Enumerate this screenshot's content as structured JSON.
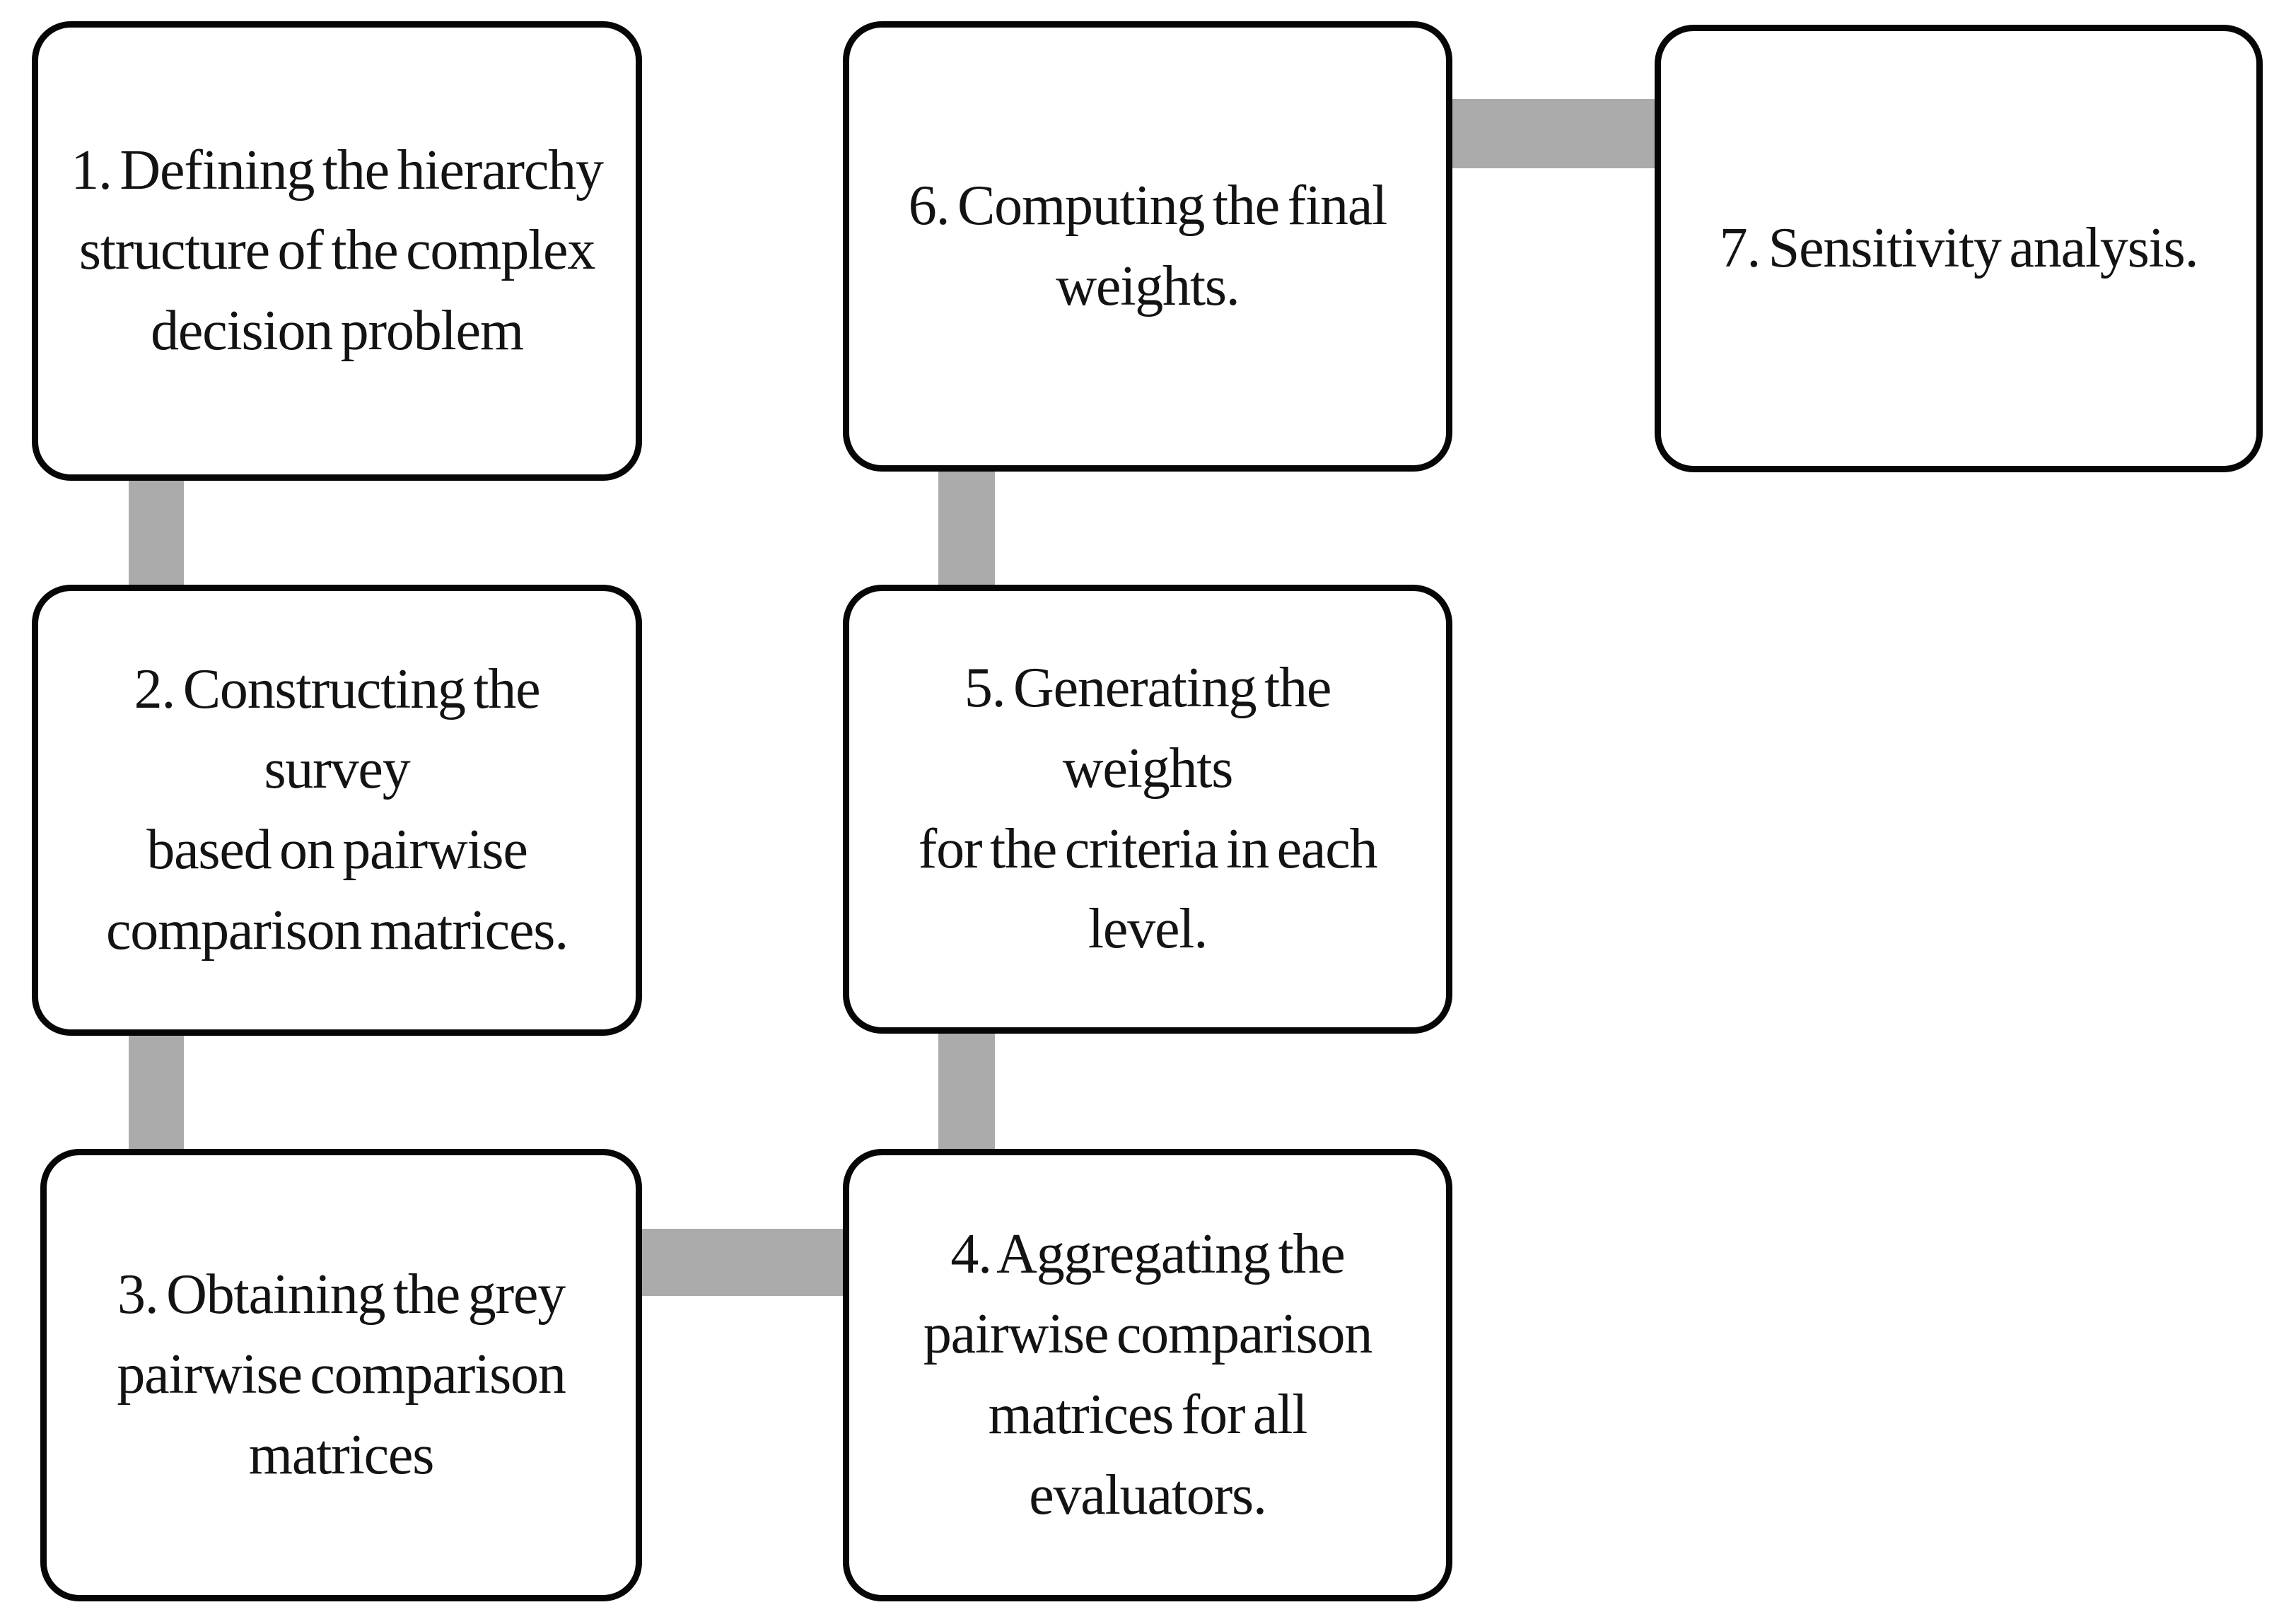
{
  "figure": {
    "type": "flowchart",
    "background_color": "#ffffff",
    "node_fill_color": "#ffffff",
    "node_border_color": "#060606",
    "connector_color": "#ababab",
    "steps": [
      {
        "number": "1",
        "lines": [
          "1. Defining the hierarchy",
          "structure of the complex",
          "decision problem"
        ]
      },
      {
        "number": "2",
        "lines": [
          "2. Constructing the survey",
          "based on pairwise",
          "comparison matrices."
        ]
      },
      {
        "number": "3",
        "lines": [
          "3. Obtaining the grey",
          "pairwise comparison",
          "matrices"
        ]
      },
      {
        "number": "4",
        "lines": [
          "4. Aggregating the",
          "pairwise comparison",
          "matrices for all",
          "evaluators."
        ]
      },
      {
        "number": "5",
        "lines": [
          "5. Generating the weights",
          "for the criteria in each",
          "level."
        ]
      },
      {
        "number": "6",
        "lines": [
          "6. Computing the final",
          "weights."
        ]
      },
      {
        "number": "7",
        "lines": [
          "7. Sensitivity analysis."
        ]
      }
    ],
    "connections": [
      {
        "from": "1",
        "to": "2"
      },
      {
        "from": "2",
        "to": "3"
      },
      {
        "from": "3",
        "to": "4"
      },
      {
        "from": "4",
        "to": "5"
      },
      {
        "from": "5",
        "to": "6"
      },
      {
        "from": "6",
        "to": "7"
      }
    ]
  }
}
